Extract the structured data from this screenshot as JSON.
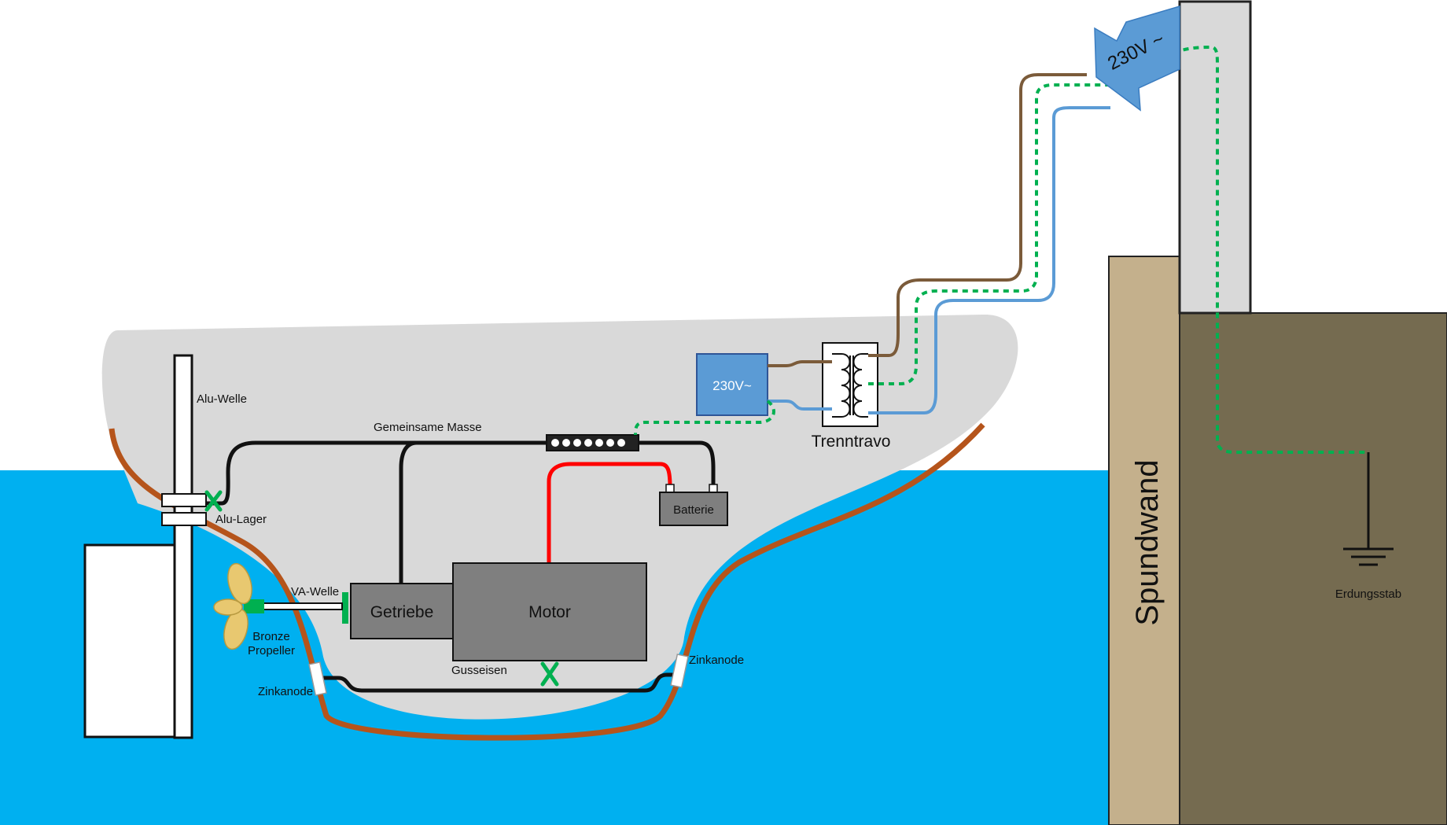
{
  "labels": {
    "alu_welle": "Alu-Welle",
    "alu_lager": "Alu-Lager",
    "gemeinsame_masse": "Gemeinsame Masse",
    "batterie": "Batterie",
    "va_welle": "VA-Welle",
    "getriebe": "Getriebe",
    "motor": "Motor",
    "bronze_propeller_line1": "Bronze",
    "bronze_propeller_line2": "Propeller",
    "gusseisen": "Gusseisen",
    "zinkanode_left": "Zinkanode",
    "zinkanode_right": "Zinkanode",
    "onboard_230v": "230V~",
    "trenntravo": "Trenntravo",
    "shore_230v": "230V ~",
    "spundwand": "Spundwand",
    "erdungsstab": "Erdungsstab"
  },
  "colors": {
    "water": "#00B0F0",
    "hull_fill": "#D9D9D9",
    "hull_outline": "#B5541B",
    "component_gray": "#7F7F7F",
    "wire_black": "#111111",
    "wire_red": "#FF0000",
    "wire_brown": "#7B5B3A",
    "wire_blue": "#5B9BD5",
    "ground_green": "#00B050",
    "sheet_pile": "#C4B08C",
    "ground_soil": "#756B50",
    "pier": "#D9D9D9",
    "propeller": "#E8C870",
    "power_blue": "#5B9BD5"
  }
}
